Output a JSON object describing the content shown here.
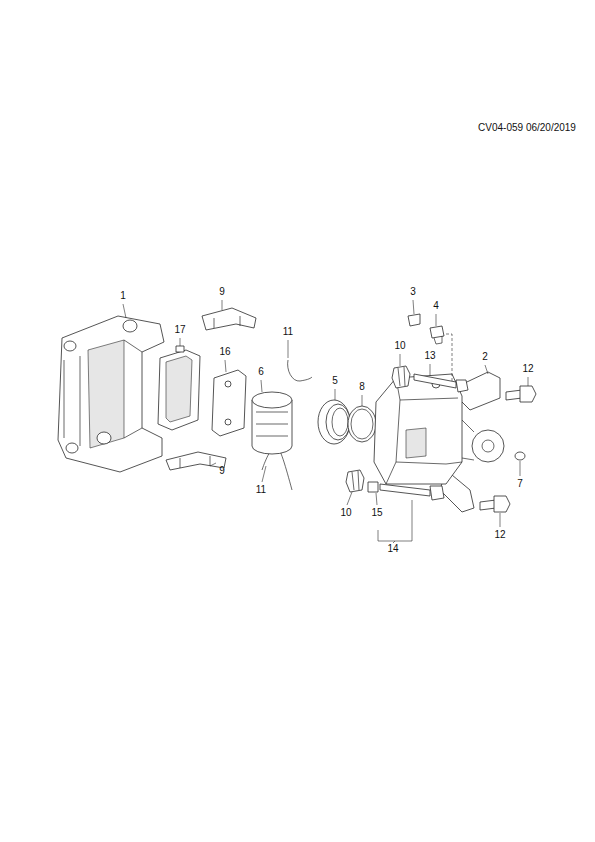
{
  "diagram": {
    "labels": [
      "CV04-059 06/20/2019",
      "1",
      "9",
      "3",
      "4",
      "17",
      "11",
      "10",
      "13",
      "2",
      "16",
      "12",
      "6",
      "5",
      "8",
      "7",
      "9",
      "11",
      "10",
      "15",
      "12",
      "14"
    ]
  }
}
